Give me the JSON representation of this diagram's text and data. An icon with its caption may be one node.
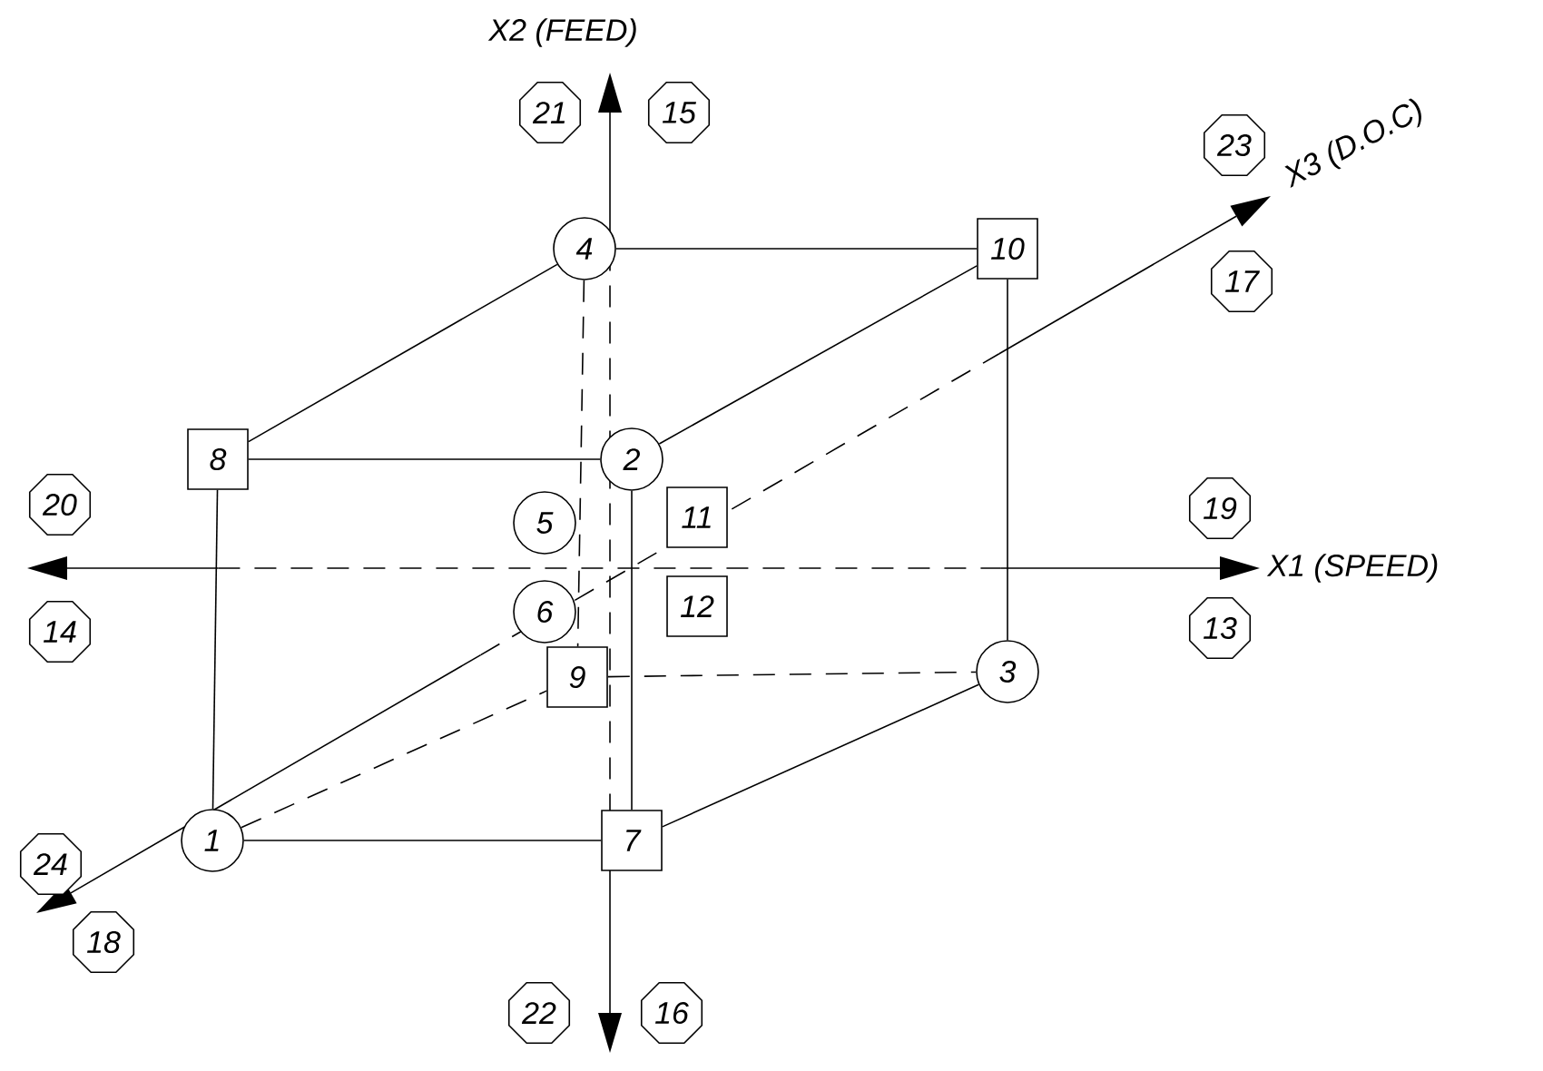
{
  "diagram": {
    "nodes": [
      {
        "text": [
          "1"
        ]
      },
      {
        "text": [
          "2"
        ]
      },
      {
        "text": [
          "3"
        ]
      },
      {
        "text": [
          "4"
        ]
      },
      {
        "text": [
          "5"
        ]
      },
      {
        "text": [
          "6"
        ]
      },
      {
        "text": [
          "7"
        ]
      },
      {
        "text": [
          "8"
        ]
      },
      {
        "text": [
          "9"
        ]
      },
      {
        "text": [
          "10"
        ]
      },
      {
        "text": [
          "11"
        ]
      },
      {
        "text": [
          "12"
        ]
      },
      {
        "text": [
          "13"
        ]
      },
      {
        "text": [
          "14"
        ]
      },
      {
        "text": [
          "15"
        ]
      },
      {
        "text": [
          "16"
        ]
      },
      {
        "text": [
          "17"
        ]
      },
      {
        "text": [
          "18"
        ]
      },
      {
        "text": [
          "19"
        ]
      },
      {
        "text": [
          "20"
        ]
      },
      {
        "text": [
          "21"
        ]
      },
      {
        "text": [
          "22"
        ]
      },
      {
        "text": [
          "23"
        ]
      },
      {
        "text": [
          "24"
        ]
      }
    ],
    "edges": [
      {
        "from": 0,
        "to": 6,
        "arrow": "none"
      },
      {
        "from": 6,
        "to": 1,
        "arrow": "none"
      },
      {
        "from": 1,
        "to": 7,
        "arrow": "none"
      },
      {
        "from": 7,
        "to": 0,
        "arrow": "none"
      },
      {
        "from": 8,
        "to": 2,
        "arrow": "none",
        "style": "dashed"
      },
      {
        "from": 2,
        "to": 9,
        "arrow": "none"
      },
      {
        "from": 9,
        "to": 3,
        "arrow": "none"
      },
      {
        "from": 3,
        "to": 8,
        "arrow": "none",
        "style": "dashed"
      },
      {
        "from": 0,
        "to": 8,
        "arrow": "none",
        "style": "dashed"
      },
      {
        "from": 6,
        "to": 2,
        "arrow": "none"
      },
      {
        "from": 1,
        "to": 9,
        "arrow": "none"
      },
      {
        "from": 7,
        "to": 3,
        "arrow": "none"
      }
    ],
    "labels": [
      "X2 (FEED)",
      "X3 (D.O.C)",
      "X1 (SPEED)"
    ]
  }
}
